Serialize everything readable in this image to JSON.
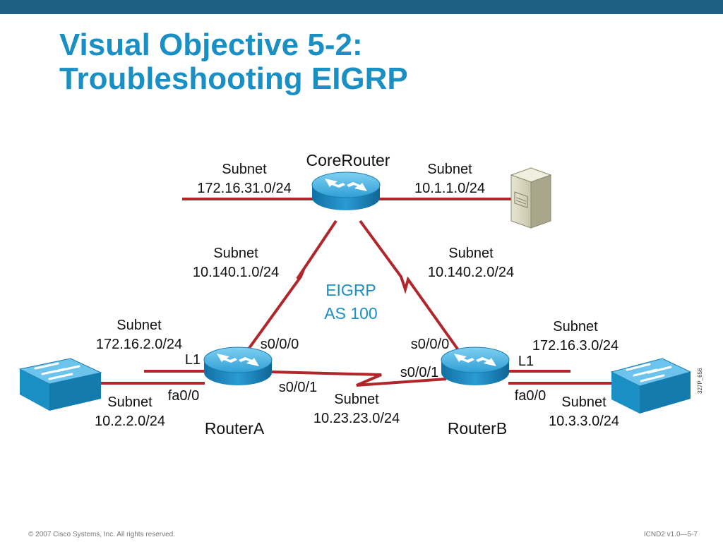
{
  "slide": {
    "title_line1": "Visual Objective 5-2:",
    "title_line2": "Troubleshooting EIGRP"
  },
  "devices": {
    "core_router": "CoreRouter",
    "router_a": "RouterA",
    "router_b": "RouterB"
  },
  "eigrp": {
    "line1": "EIGRP",
    "line2": "AS 100"
  },
  "subnets": {
    "core_left": {
      "label": "Subnet",
      "value": "172.16.31.0/24"
    },
    "core_right": {
      "label": "Subnet",
      "value": "10.1.1.0/24"
    },
    "core_a": {
      "label": "Subnet",
      "value": "10.140.1.0/24"
    },
    "core_b": {
      "label": "Subnet",
      "value": "10.140.2.0/24"
    },
    "a_loopback": {
      "label": "Subnet",
      "value": "172.16.2.0/24"
    },
    "a_lan": {
      "label": "Subnet",
      "value": "10.2.2.0/24"
    },
    "a_b": {
      "label": "Subnet",
      "value": "10.23.23.0/24"
    },
    "b_loopback": {
      "label": "Subnet",
      "value": "172.16.3.0/24"
    },
    "b_lan": {
      "label": "Subnet",
      "value": "10.3.3.0/24"
    }
  },
  "interfaces": {
    "a_s000": "s0/0/0",
    "a_l1": "L1",
    "a_fa00": "fa0/0",
    "a_s001": "s0/0/1",
    "b_s000": "s0/0/0",
    "b_s001": "s0/0/1",
    "b_l1": "L1",
    "b_fa00": "fa0/0"
  },
  "figure_id": "327P_656",
  "footer": {
    "copyright": "© 2007 Cisco Systems, Inc. All rights reserved.",
    "course": "ICND2 v1.0—5-7"
  },
  "colors": {
    "link": "#b0262a",
    "router_top": "#4fb4e0",
    "router_side": "#1a7eb0",
    "switch": "#1a8fc4",
    "title": "#1a8fc4",
    "top_bar": "#1f5f86"
  }
}
